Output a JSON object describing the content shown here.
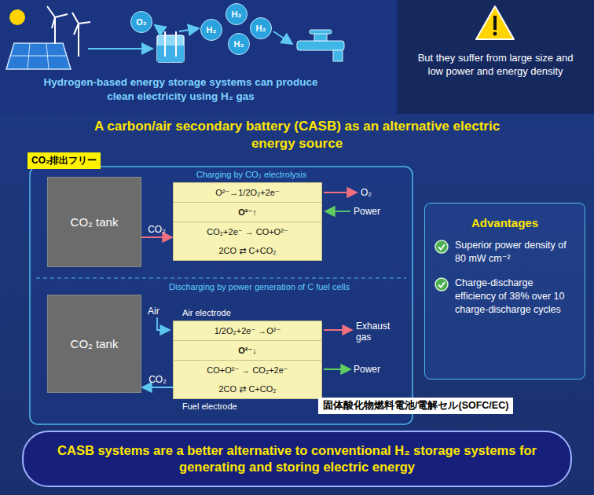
{
  "diagram": {
    "title": "A carbon/air secondary battery (CASB) as an alternative electric energy source",
    "nodes": [
      {
        "text": [
          "O₂"
        ]
      },
      {
        "text": [
          "H₂"
        ]
      },
      {
        "text": [
          "H₂"
        ]
      },
      {
        "text": [
          "H₂"
        ]
      },
      {
        "text": [
          "H₂"
        ]
      },
      {
        "text": [
          "But they suffer from large size and low power and energy density"
        ]
      },
      {
        "text": [
          "CO₂排出フリー"
        ]
      },
      {
        "text": [
          "CO₂ tank"
        ]
      },
      {
        "text": [
          "O²⁻→1/2O₂+2e⁻",
          "O²⁻↑",
          "CO₂+2e⁻ → CO+O²⁻",
          "2CO ⇄ C+CO₂"
        ]
      },
      {
        "text": [
          "Advantages",
          "Superior power density of 80 mW cm⁻²",
          "Charge-discharge efficiency of 38% over 10 charge-discharge cycles"
        ]
      },
      {
        "text": [
          "CO₂ tank"
        ]
      },
      {
        "text": [
          "1/2O₂+2e⁻ →O²⁻",
          "O²⁻↓",
          "CO+O²⁻ → CO₂+2e⁻",
          "2CO ⇄ C+CO₂"
        ]
      },
      {
        "text": [
          "固体酸化物燃料電池/電解セル(SOFC/EC)"
        ]
      },
      {
        "text": [
          "CASB systems are a better alternative to conventional H₂ storage systems for generating and storing electric energy"
        ]
      }
    ],
    "edges": [
      {
        "from": 7,
        "to": 8,
        "label": "CO₂",
        "arrow": "to"
      },
      {
        "from": 11,
        "to": 10,
        "label": "CO₂",
        "arrow": "to"
      }
    ],
    "labels": [
      "Hydrogen-based energy storage systems can produce clean electricity using H₂ gas",
      "Charging by CO₂ electrolysis",
      "O₂",
      "Power",
      "Discharging by power generation of C fuel cells",
      "Air",
      "Air electrode",
      "Exhaust gas",
      "Power",
      "Fuel electrode"
    ]
  }
}
